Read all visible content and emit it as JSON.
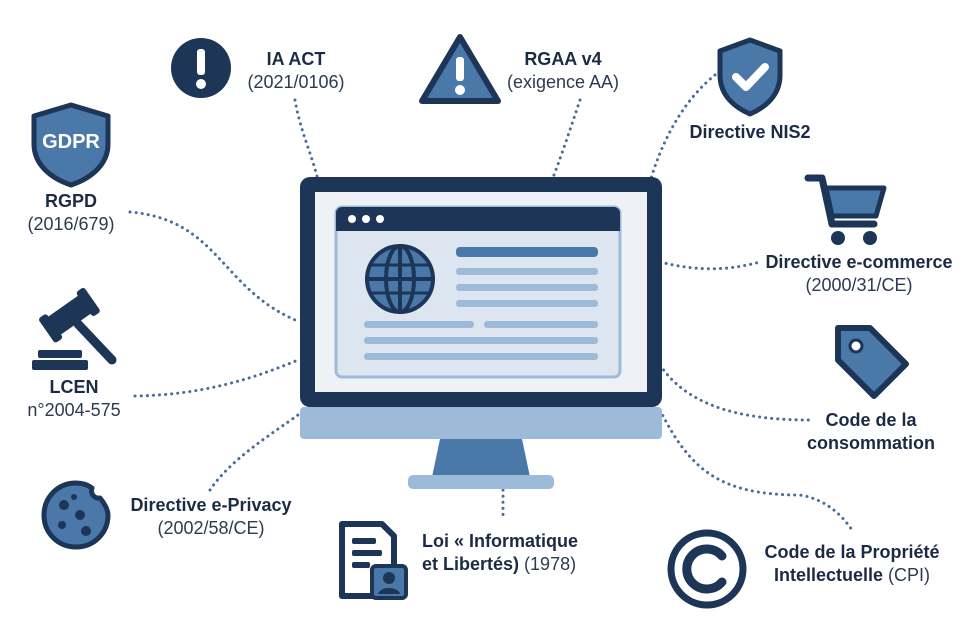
{
  "colors": {
    "navy": "#1d3557",
    "blue": "#4a78a8",
    "light_blue": "#9dbbd8",
    "pale": "#eef2f7",
    "dotted_line": "#4a6d95"
  },
  "center": {
    "icon": "computer-monitor-with-webpage-icon"
  },
  "nodes": {
    "ia_act": {
      "title": "IA ACT",
      "ref": "(2021/0106)",
      "icon": "exclamation-circle-icon"
    },
    "rgaa": {
      "title": "RGAA v4",
      "ref": "(exigence AA)",
      "icon": "warning-triangle-icon"
    },
    "nis2": {
      "title": "Directive NIS2",
      "icon": "shield-check-icon"
    },
    "rgpd": {
      "title": "RGPD",
      "ref": "(2016/679)",
      "icon": "gdpr-shield-icon",
      "badge": "GDPR"
    },
    "ecommerce": {
      "title": "Directive e-commerce",
      "ref": "(2000/31/CE)",
      "icon": "shopping-cart-icon"
    },
    "lcen": {
      "title": "LCEN",
      "ref": "n°2004-575",
      "icon": "gavel-icon"
    },
    "consommation": {
      "title_line1": "Code de la",
      "title_line2": "consommation",
      "icon": "price-tag-icon"
    },
    "eprivacy": {
      "title": "Directive e-Privacy",
      "ref": "(2002/58/CE)",
      "icon": "cookie-icon"
    },
    "informatique": {
      "title_line1": "Loi « Informatique",
      "title_line2": "et Libertés)",
      "ref": "(1978)",
      "icon": "document-id-icon"
    },
    "cpi": {
      "title_line1": "Code de la Propriété",
      "title_line2": "Intellectuelle",
      "ref": "(CPI)",
      "icon": "copyright-icon"
    }
  }
}
